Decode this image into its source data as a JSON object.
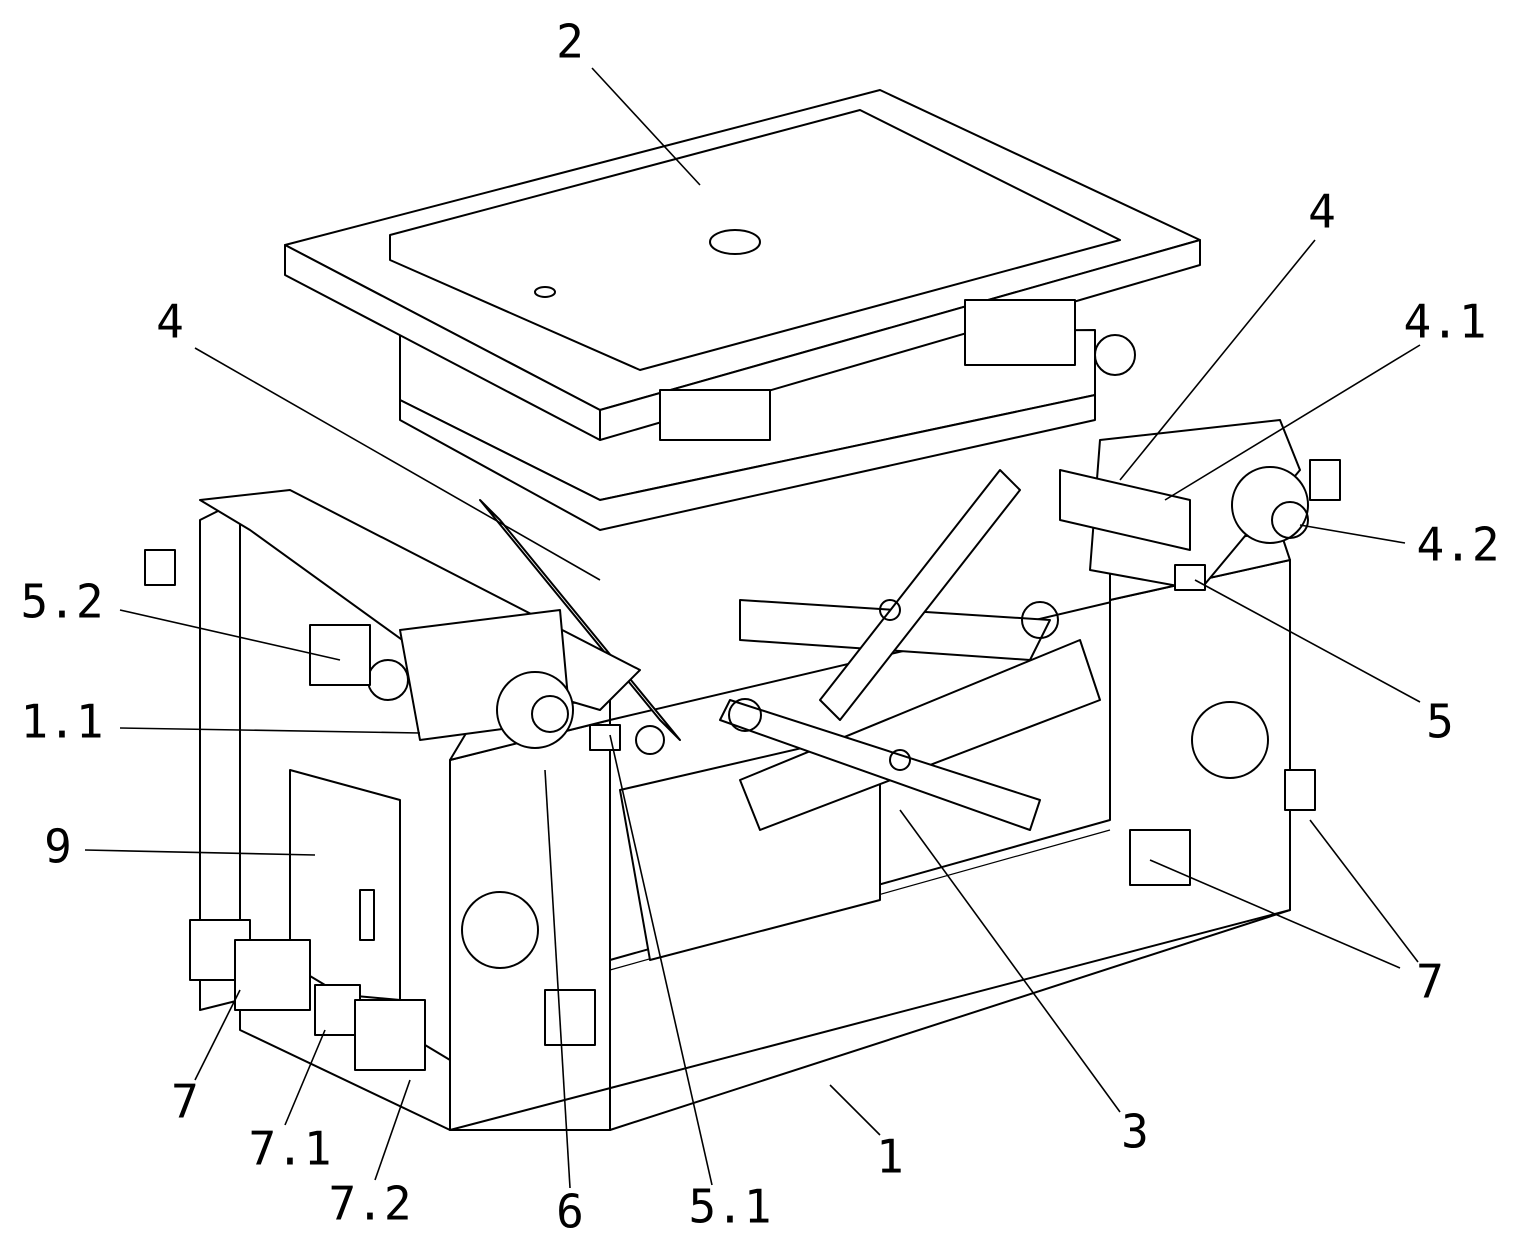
{
  "figure": {
    "labels": {
      "l2": "2",
      "l4_right": "4",
      "l4_1": "4.1",
      "l4_2": "4.2",
      "l4_left": "4",
      "l5_2": "5.2",
      "l1_1": "1.1",
      "l9": "9",
      "l5": "5",
      "l7_right": "7",
      "l7_left": "7",
      "l7_1": "7.1",
      "l7_2": "7.2",
      "l6": "6",
      "l5_1": "5.1",
      "l1": "1",
      "l3": "3"
    }
  }
}
